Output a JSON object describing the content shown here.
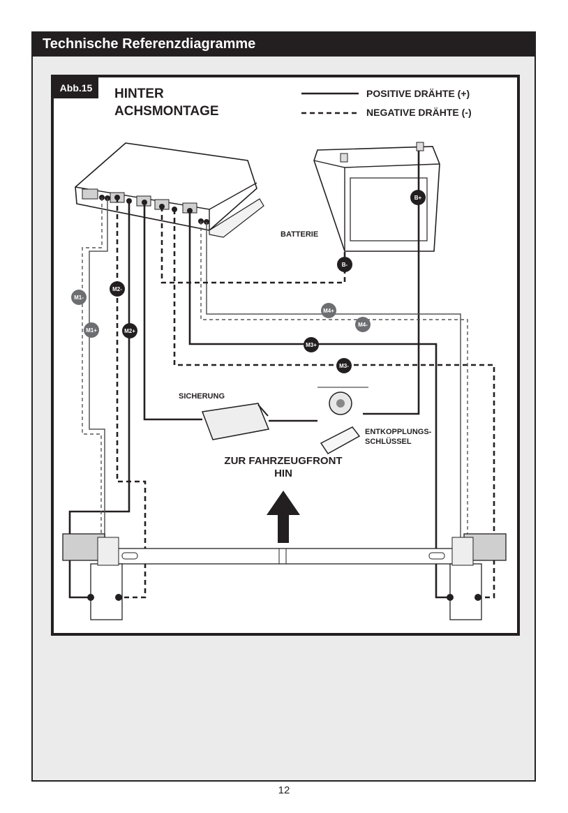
{
  "header": {
    "title": "Technische Referenzdiagramme"
  },
  "figure": {
    "tab_label": "Abb.15",
    "title_line1": "HINTER",
    "title_line2": "ACHSMONTAGE",
    "legend": {
      "positive": "POSITIVE DRÄHTE (+)",
      "negative": "NEGATIVE DRÄHTE (-)"
    },
    "labels": {
      "battery": "BATTERIE",
      "fuse": "SICHERUNG",
      "key_line1": "ENTKOPPLUNGS-",
      "key_line2": "SCHLÜSSEL",
      "direction_line1": "ZUR FAHRZEUGFRONT",
      "direction_line2": "HIN"
    },
    "wire_badges": {
      "m1_minus": "M1-",
      "m1_plus": "M1+",
      "m2_minus": "M2-",
      "m2_plus": "M2+",
      "m3_plus": "M3+",
      "m3_minus": "M3-",
      "m4_plus": "M4+",
      "m4_minus": "M4-",
      "b_plus": "B+",
      "b_minus": "B-"
    },
    "colors": {
      "dark": "#231f20",
      "grey_badge": "#6d6e71",
      "page_bg": "#ebebeb"
    }
  },
  "page_number": "12"
}
